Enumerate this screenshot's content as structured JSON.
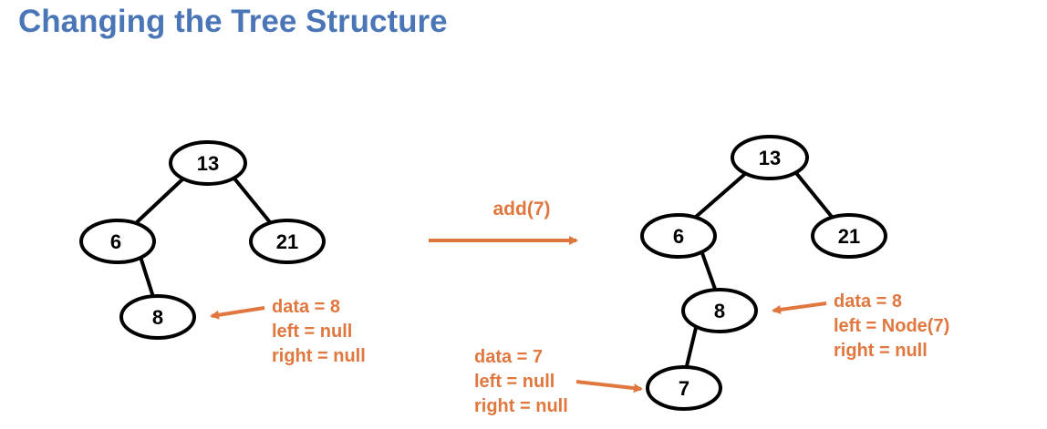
{
  "title": "Changing the Tree Structure",
  "operation": "add(7)",
  "before_tree": {
    "nodes": {
      "root": "13",
      "left": "6",
      "right": "21",
      "left_right": "8"
    },
    "annotation": [
      "data = 8",
      "left = null",
      "right = null"
    ]
  },
  "after_tree": {
    "nodes": {
      "root": "13",
      "left": "6",
      "right": "21",
      "left_right": "8",
      "new": "7"
    },
    "annotation_8": [
      "data = 8",
      "left = Node(7)",
      "right = null"
    ],
    "annotation_7": [
      "data = 7",
      "left = null",
      "right = null"
    ]
  },
  "colors": {
    "title": "#4a76b8",
    "accent": "#e0773f",
    "node_stroke": "#000000"
  }
}
